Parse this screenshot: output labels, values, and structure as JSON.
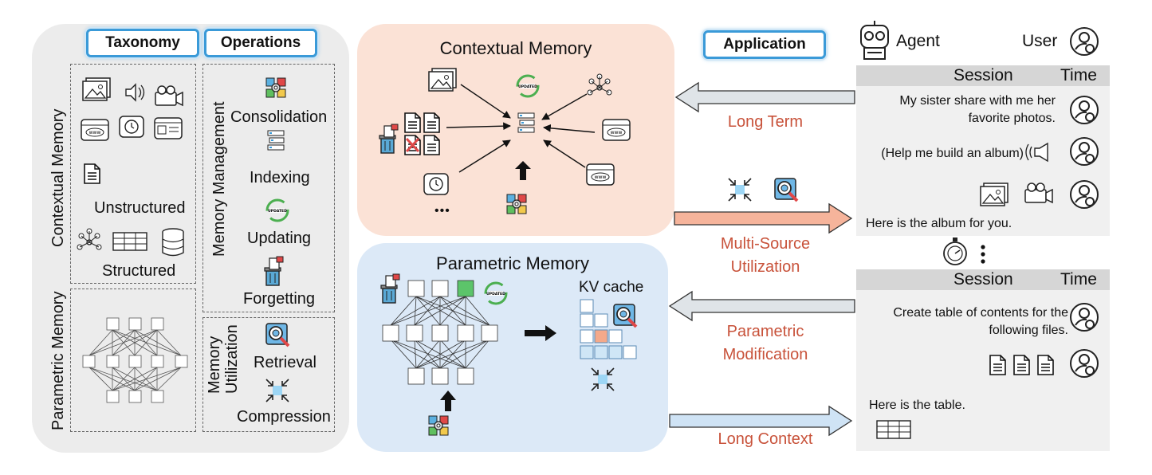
{
  "left": {
    "taxonomy_tag": "Taxonomy",
    "operations_tag": "Operations",
    "contextual_memory": "Contextual Memory",
    "parametric_memory": "Parametric Memory",
    "unstructured": "Unstructured",
    "structured": "Structured",
    "memory_management": "Memory Management",
    "memory_utilization": "Memory Utilization",
    "mm_line1": "Memory",
    "mu_line1": "Memory",
    "mu_line2": "Utilization",
    "ops": [
      "Consolidation",
      "Indexing",
      "Updating",
      "Forgetting",
      "Retrieval",
      "Compression"
    ]
  },
  "center": {
    "contextual_title": "Contextual Memory",
    "ellipsis": "•••",
    "parametric_title": "Parametric Memory",
    "kv_cache": "KV cache",
    "updated_badge": "UPDATED"
  },
  "arrows": {
    "long_term": "Long Term",
    "multi_source_1": "Multi-Source",
    "multi_source_2": "Utilization",
    "param_mod_1": "Parametric",
    "param_mod_2": "Modification",
    "long_context": "Long Context"
  },
  "right": {
    "application_tag": "Application",
    "agent": "Agent",
    "user": "User",
    "session1": {
      "session": "Session",
      "time": "Time",
      "msg1_line1": "My sister share with me her",
      "msg1_line2": "favorite photos.",
      "msg2": "(Help me build an album)",
      "reply": "Here is the album for you."
    },
    "session2": {
      "session": "Session",
      "time": "Time",
      "msg1_line1": "Create table of contents for the",
      "msg1_line2": "following files.",
      "reply": "Here is the table."
    }
  },
  "colors": {
    "tag_border": "#3a9ad8",
    "contextual_bg": "#fbe2d6",
    "parametric_bg": "#dce9f7",
    "accent_red": "#c8523a",
    "arrow_gray": "#dfe4e8",
    "arrow_orange": "#f6b49b",
    "arrow_blue": "#cfe3f5"
  }
}
